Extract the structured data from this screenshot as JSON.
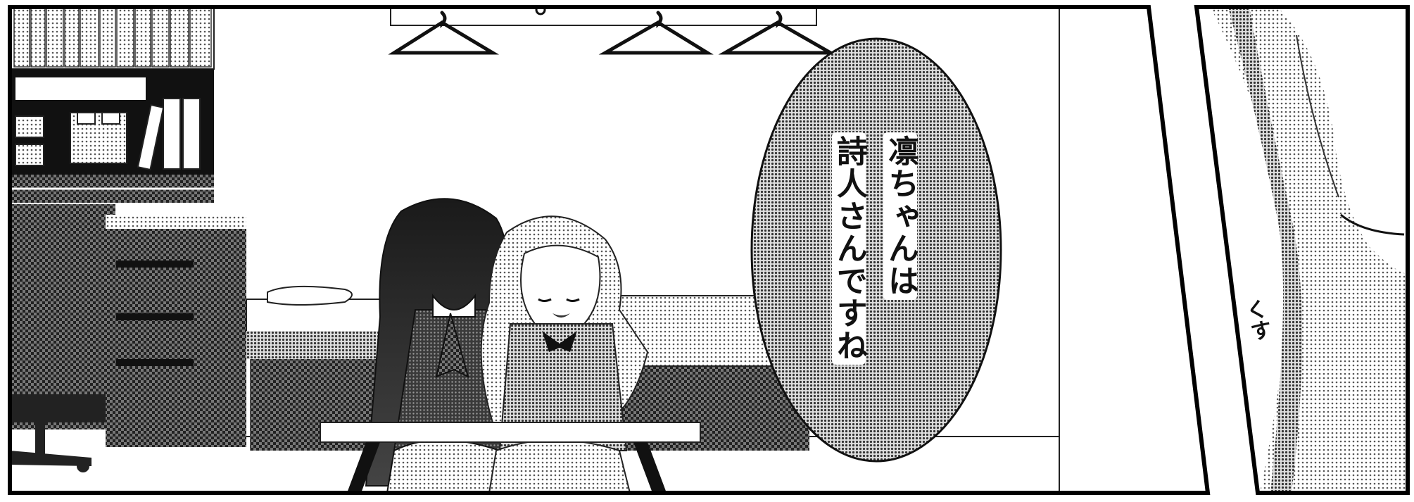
{
  "manga": {
    "speech_bubble": {
      "line1": "凛ちゃんは",
      "line2": "詩人さんですね"
    },
    "sound_effect": "くす"
  }
}
